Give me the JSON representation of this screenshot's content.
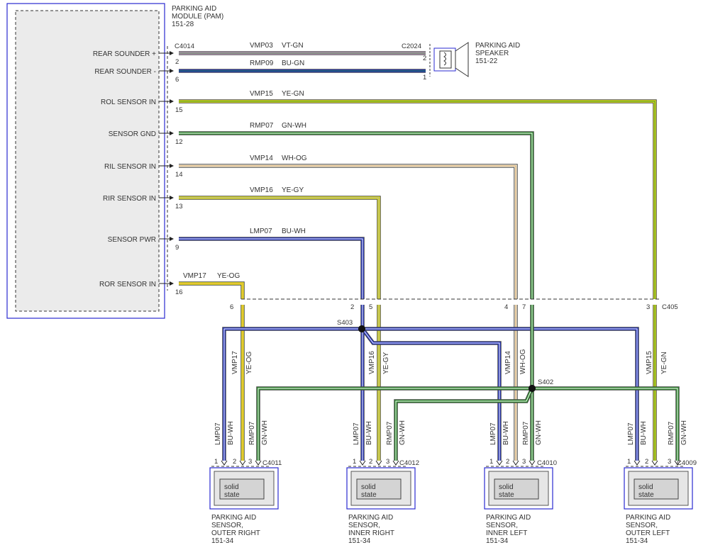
{
  "pam": {
    "title_lines": [
      "PARKING AID",
      "MODULE (PAM)",
      "151-28"
    ],
    "connector": "C4014",
    "signals": [
      {
        "label": "REAR SOUNDER +",
        "pin": "2",
        "circuit": "VMP03",
        "color_code": "VT-GN"
      },
      {
        "label": "REAR SOUNDER -",
        "pin": "6",
        "circuit": "RMP09",
        "color_code": "BU-GN"
      },
      {
        "label": "ROL SENSOR IN",
        "pin": "15",
        "circuit": "VMP15",
        "color_code": "YE-GN"
      },
      {
        "label": "SENSOR GND",
        "pin": "12",
        "circuit": "RMP07",
        "color_code": "GN-WH"
      },
      {
        "label": "RIL SENSOR IN",
        "pin": "14",
        "circuit": "VMP14",
        "color_code": "WH-OG"
      },
      {
        "label": "RIR SENSOR IN",
        "pin": "13",
        "circuit": "VMP16",
        "color_code": "YE-GY"
      },
      {
        "label": "SENSOR PWR",
        "pin": "9",
        "circuit": "LMP07",
        "color_code": "BU-WH"
      },
      {
        "label": "ROR SENSOR IN",
        "pin": "16",
        "circuit": "VMP17",
        "color_code": "YE-OG"
      }
    ]
  },
  "speaker": {
    "title_lines": [
      "PARKING AID",
      "SPEAKER",
      "151-22"
    ],
    "connector": "C2024",
    "pins": [
      "2",
      "1"
    ]
  },
  "inline": {
    "connector": "C405",
    "pins": [
      "6",
      "2",
      "5",
      "4",
      "7",
      "3"
    ]
  },
  "splices": {
    "s403": "S403",
    "s402": "S402"
  },
  "vertical_wire_labels": [
    {
      "circuit": "VMP17",
      "color_code": "YE-OG"
    },
    {
      "circuit": "VMP16",
      "color_code": "YE-GY"
    },
    {
      "circuit": "VMP14",
      "color_code": "WH-OG"
    },
    {
      "circuit": "VMP15",
      "color_code": "YE-GN"
    }
  ],
  "sensor_wire_labels": [
    {
      "circuit": "LMP07",
      "color_code": "BU-WH"
    },
    {
      "circuit": "RMP07",
      "color_code": "GN-WH"
    }
  ],
  "sensors": [
    {
      "connector": "C4011",
      "pins": [
        "1",
        "2",
        "3"
      ],
      "chip": [
        "solid",
        "state"
      ],
      "name_lines": [
        "PARKING AID",
        "SENSOR,",
        "OUTER RIGHT",
        "151-34"
      ]
    },
    {
      "connector": "C4012",
      "pins": [
        "1",
        "2",
        "3"
      ],
      "chip": [
        "solid",
        "state"
      ],
      "name_lines": [
        "PARKING AID",
        "SENSOR,",
        "INNER RIGHT",
        "151-34"
      ]
    },
    {
      "connector": "C4010",
      "pins": [
        "1",
        "2",
        "3"
      ],
      "chip": [
        "solid",
        "state"
      ],
      "name_lines": [
        "PARKING AID",
        "SENSOR,",
        "INNER LEFT",
        "151-34"
      ]
    },
    {
      "connector": "C4009",
      "pins": [
        "1",
        "2",
        "3"
      ],
      "chip": [
        "solid",
        "state"
      ],
      "name_lines": [
        "PARKING AID",
        "SENSOR,",
        "OUTER LEFT",
        "151-34"
      ]
    }
  ],
  "wire_colors": {
    "VT-GN": [
      "#c9a2c9",
      "#3a7a3a"
    ],
    "BU-GN": [
      "#1c2fc8",
      "#2a8a2a"
    ],
    "YE-GN": [
      "#e8e81a",
      "#3a8a2a"
    ],
    "GN-WH": [
      "#2b8a2b",
      "#ffffff"
    ],
    "WH-OG": [
      "#f2eedd",
      "#d9a35a"
    ],
    "YE-GY": [
      "#ecec1e",
      "#a0a0a0"
    ],
    "BU-WH": [
      "#1f2fbe",
      "#ffffff"
    ],
    "YE-OG": [
      "#ecec1e",
      "#e2a040"
    ],
    "outline": "#4a4a4a",
    "box_border": "#2a2ad0"
  }
}
